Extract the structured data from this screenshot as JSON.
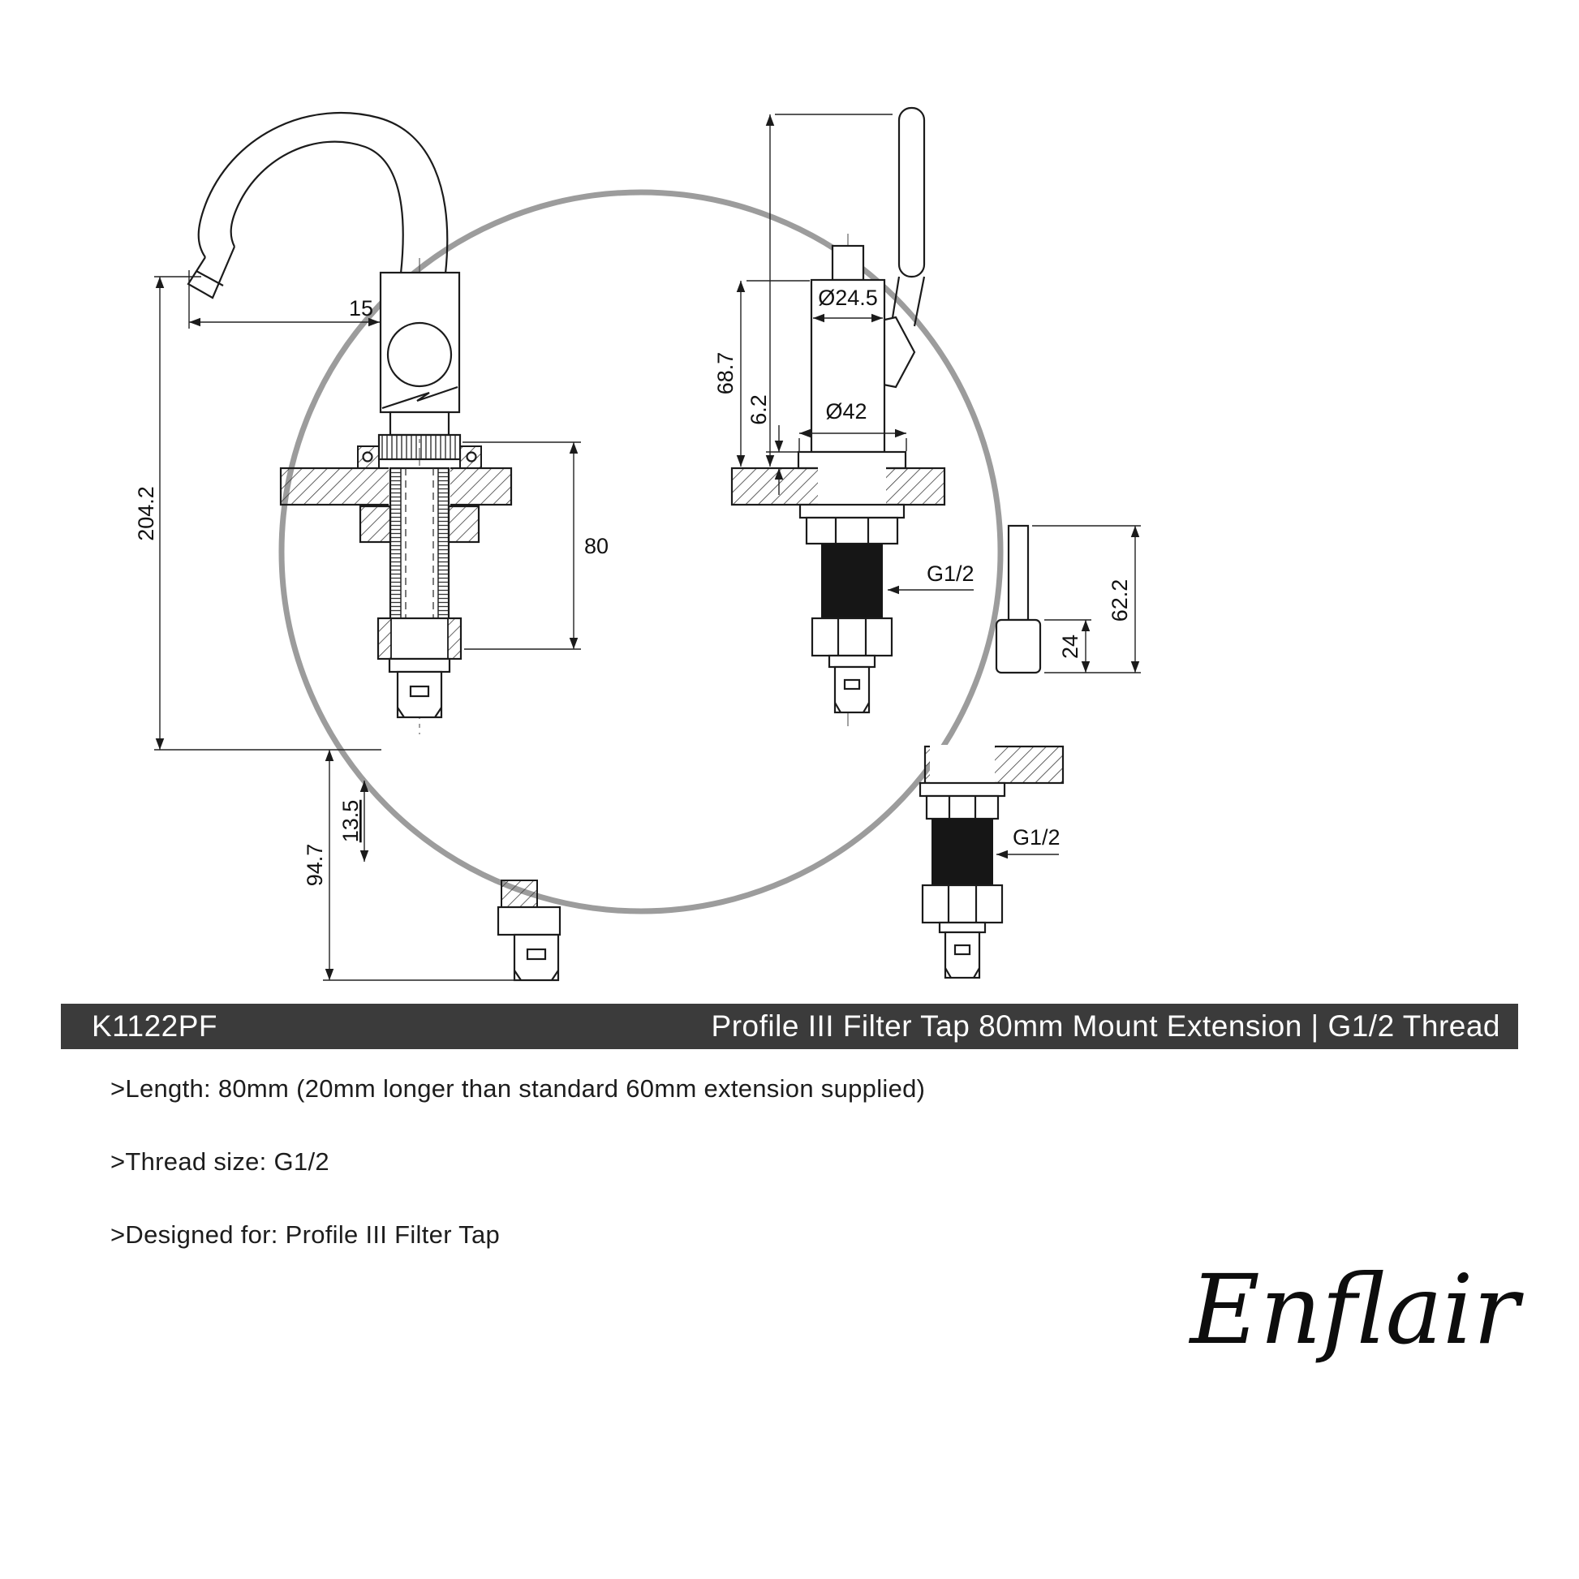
{
  "header": {
    "model": "K1122PF",
    "title": "Profile III Filter Tap 80mm Mount Extension | G1/2 Thread"
  },
  "specs": [
    ">Length: 80mm (20mm longer than standard 60mm extension supplied)",
    ">Thread size: G1/2",
    ">Designed for: Profile III Filter Tap"
  ],
  "logo": "Enflair",
  "dims": {
    "spout_reach": "15",
    "height_above": "204.2",
    "below_bench_total": "94.7",
    "below_detail": "13.5",
    "extension_length": "80",
    "body_height": "68.7",
    "plate_thickness": "6.2",
    "top_diameter": "Ø24.5",
    "base_diameter": "Ø42",
    "thread_label_1": "G1/2",
    "handle_height": "62.2",
    "handle_width": "24",
    "thread_label_2": "G1/2"
  },
  "colors": {
    "header_bg": "#3b3b3b",
    "header_text": "#ffffff",
    "drawing_line": "#1b1b1b",
    "detail_circle": "#9c9c9c"
  }
}
